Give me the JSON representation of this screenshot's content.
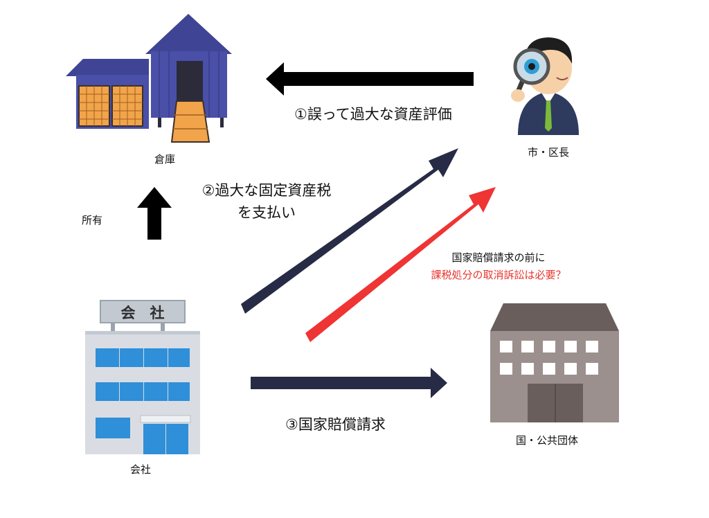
{
  "nodes": {
    "warehouse": "倉庫",
    "mayor": "市・区長",
    "company": "会社",
    "company_sign": "会　社",
    "government": "国・公共団体"
  },
  "relations": {
    "ownership": "所有",
    "step1": "①誤って過大な資産評価",
    "step2_line1": "②過大な固定資産税",
    "step2_line2": "を支払い",
    "step3": "③国家賠償請求",
    "question_line1": "国家賠償請求の前に",
    "question_line2": "課税処分の取消訴訟は必要？"
  },
  "colors": {
    "arrow_dark": "#272b45",
    "arrow_black": "#000000",
    "arrow_red": "#ef3434",
    "question_text": "#e8332c",
    "warehouse_body": "#4a4fa8",
    "warehouse_door": "#f1a44a",
    "company_building": "#d9dde3",
    "company_windows": "#2f8fd8",
    "government_building": "#9b908d",
    "government_roof": "#6a5e5c"
  },
  "icons": [
    "warehouse-icon",
    "inspector-with-magnifier-icon",
    "company-building-icon",
    "government-building-icon"
  ]
}
